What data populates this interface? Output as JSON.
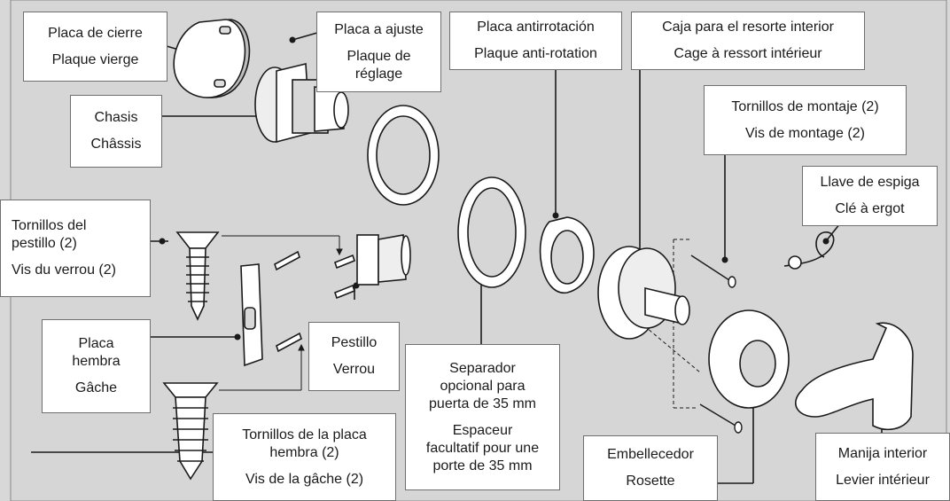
{
  "diagram": {
    "callouts": {
      "placa_cierre": [
        "Placa de cierre",
        "Plaque vierge"
      ],
      "placa_ajuste": [
        "Placa a ajuste",
        "Plaque de",
        "réglage"
      ],
      "antirrotacion": [
        "Placa antirrotación",
        "Plaque anti-rotation"
      ],
      "caja_resorte": [
        "Caja para el resorte interior",
        "Cage à ressort intérieur"
      ],
      "chasis": [
        "Chasis",
        "Châssis"
      ],
      "tornillos_montaje": [
        "Tornillos de montaje (2)",
        "Vis de montage (2)"
      ],
      "llave_espiga": [
        "Llave de espiga",
        "Clé à ergot"
      ],
      "tornillos_pestillo": [
        "Tornillos del",
        "pestillo (2)",
        "Vis du verrou (2)"
      ],
      "placa_hembra": [
        "Placa",
        "hembra",
        "Gâche"
      ],
      "pestillo": [
        "Pestillo",
        "Verrou"
      ],
      "separador": [
        "Separador",
        "opcional para",
        "puerta de 35 mm",
        "Espaceur",
        "facultatif pour une",
        "porte de 35 mm"
      ],
      "tornillos_placa_hembra": [
        "Tornillos de la placa",
        "hembra (2)",
        "Vis de la gâche (2)"
      ],
      "embellecedor": [
        "Embellecedor",
        "Rosette"
      ],
      "manija": [
        "Manija interior",
        "Levier intérieur"
      ]
    },
    "colors": {
      "background": "#d8d8d8",
      "line": "#1a1a1a",
      "part_fill": "#ffffff",
      "part_shade": "#bdbdbd"
    }
  }
}
